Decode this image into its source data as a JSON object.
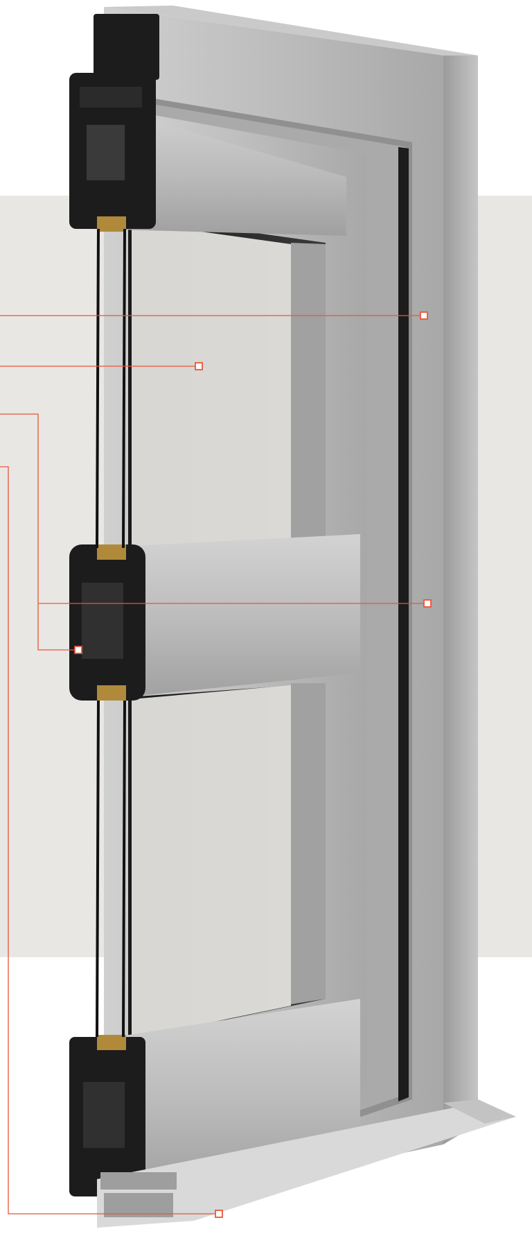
{
  "page": {
    "title": ""
  },
  "palette": {
    "backdrop": "#e9e7e3",
    "page": "#ffffff",
    "frame_grey": "#b7b8b7",
    "frame_dark": "#8d8e8d",
    "frame_light": "#d4d5d4",
    "profile_black": "#1c1c1c",
    "glass_dark": "#2a2a2a",
    "gasket_gold": "#b08a3a",
    "callout_red": "#e8553b"
  },
  "image": {
    "subject": "door-frame-cross-section-icon"
  },
  "callouts": [
    {
      "name": "callout-outer-frame-marker"
    },
    {
      "name": "callout-glazing-marker"
    },
    {
      "name": "callout-mullion-chamber-marker"
    },
    {
      "name": "callout-transom-face-marker"
    },
    {
      "name": "callout-threshold-marker"
    }
  ]
}
